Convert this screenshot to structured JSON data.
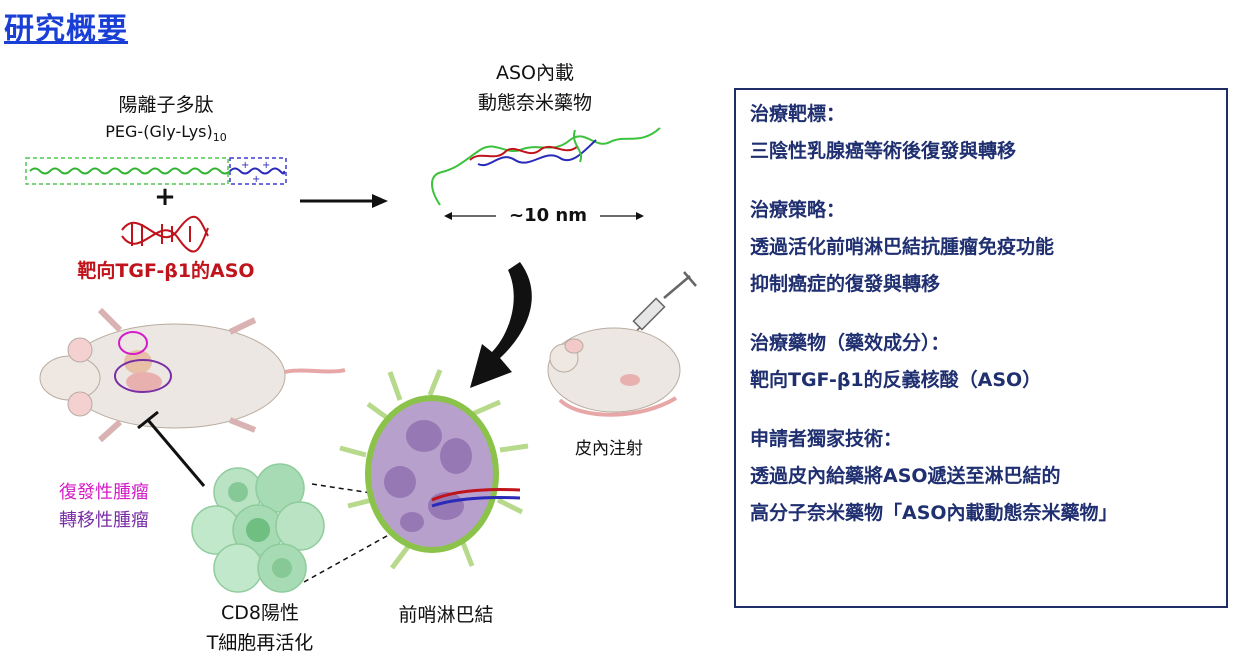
{
  "title": "研究概要",
  "labels": {
    "peptide_name": "陽離子多肽",
    "peptide_formula": "PEG-(Gly-Lys)",
    "peptide_subscript": "10",
    "plus": "+",
    "aso_target": "靶向TGF-β1的ASO",
    "nano_title_1": "ASO內載",
    "nano_title_2": "動態奈米藥物",
    "size": "~10 nm",
    "injection": "皮內注射",
    "tumor_recurrent": "復發性腫瘤",
    "tumor_metastatic": "轉移性腫瘤",
    "cd8_1": "CD8陽性",
    "cd8_2": "T細胞再活化",
    "lymph_node": "前哨淋巴結"
  },
  "panel": {
    "sections": [
      {
        "heading": "治療靶標：",
        "lines": [
          "三陰性乳腺癌等術後復發與轉移"
        ]
      },
      {
        "heading": "治療策略：",
        "lines": [
          "透過活化前哨淋巴結抗腫瘤免疫功能",
          "抑制癌症的復發與轉移"
        ]
      },
      {
        "heading": "治療藥物（藥效成分）：",
        "lines": [
          "靶向TGF-β1的反義核酸（ASO）"
        ]
      },
      {
        "heading": "申請者獨家技術：",
        "lines": [
          "透過皮內給藥將ASO遞送至淋巴結的",
          "高分子奈米藥物「ASO內載動態奈米藥物」"
        ]
      }
    ]
  },
  "colors": {
    "title": "#1a3fd6",
    "panel_text": "#1f2f70",
    "aso_red": "#c0141c",
    "tumor_magenta": "#d41cc8",
    "tumor_purple": "#7a2ea6"
  }
}
